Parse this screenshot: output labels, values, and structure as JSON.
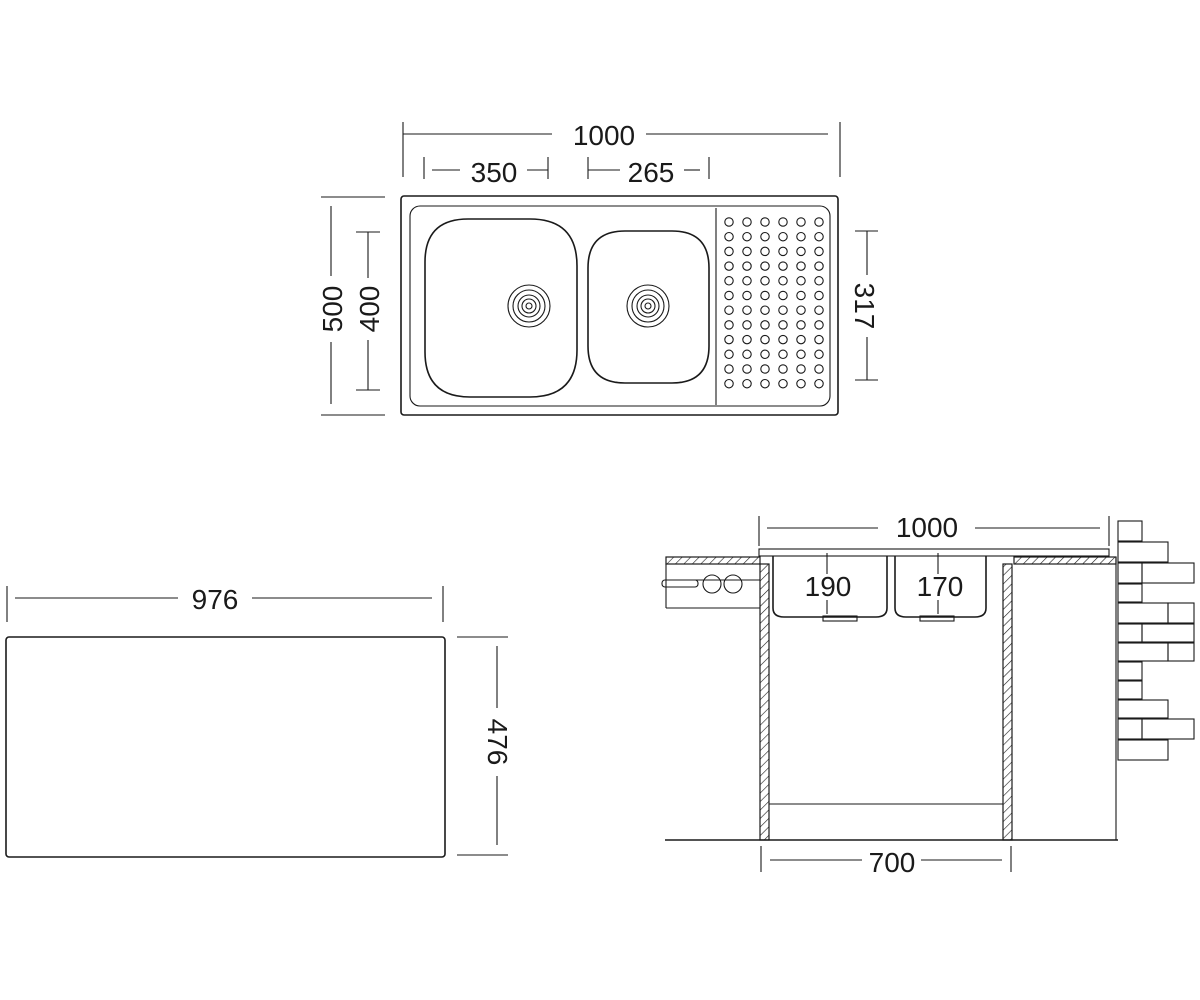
{
  "top_view": {
    "overall_width": "1000",
    "bowl1_width": "350",
    "bowl2_width": "265",
    "overall_depth": "500",
    "bowl_depth": "400",
    "drainer_depth": "317"
  },
  "cutout": {
    "width": "976",
    "depth": "476"
  },
  "cabinet": {
    "sink_width": "1000",
    "bowl1_depth": "190",
    "bowl2_depth": "170",
    "cabinet_width": "700"
  }
}
